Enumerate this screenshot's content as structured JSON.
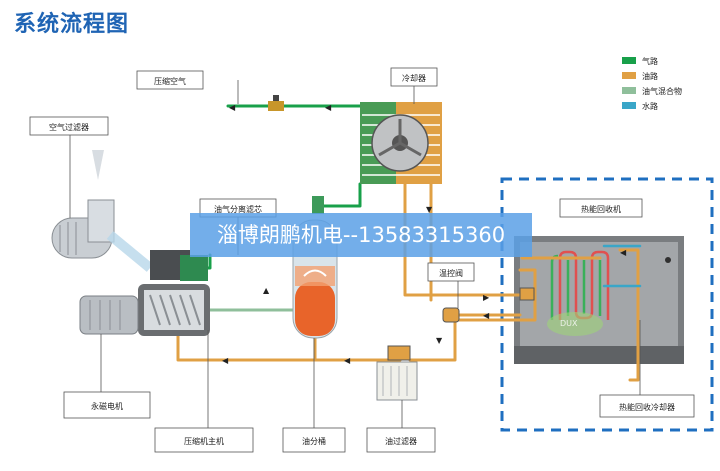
{
  "title": "系统流程图",
  "labels": {
    "compressed_air": "压缩空气",
    "cooler": "冷却器",
    "air_filter": "空气过滤器",
    "oil_separator_core": "油气分离滤芯",
    "heat_recovery": "热能回收机",
    "thermostatic_valve": "温控阀",
    "pm_motor": "永磁电机",
    "main_unit": "压缩机主机",
    "oil_tank": "油分桶",
    "oil_filter": "油过滤器",
    "heat_recovery_cooler": "热能回收冷却器"
  },
  "legend": [
    {
      "label": "气路",
      "color": "#18a04a",
      "icon": "legend-swatch"
    },
    {
      "label": "油路",
      "color": "#e0a044",
      "icon": "legend-swatch"
    },
    {
      "label": "油气混合物",
      "color": "#8fbf9b",
      "icon": "legend-swatch"
    },
    {
      "label": "水路",
      "color": "#3aa6c8",
      "icon": "legend-swatch"
    }
  ],
  "watermark": "淄博朗鹏机电--13583315360",
  "colors": {
    "title": "#1f64b4",
    "air": "#18a04a",
    "oil": "#e0a044",
    "mixture": "#8fbf9b",
    "water": "#3aa6c8",
    "dashed_border": "#1f6fc0"
  }
}
